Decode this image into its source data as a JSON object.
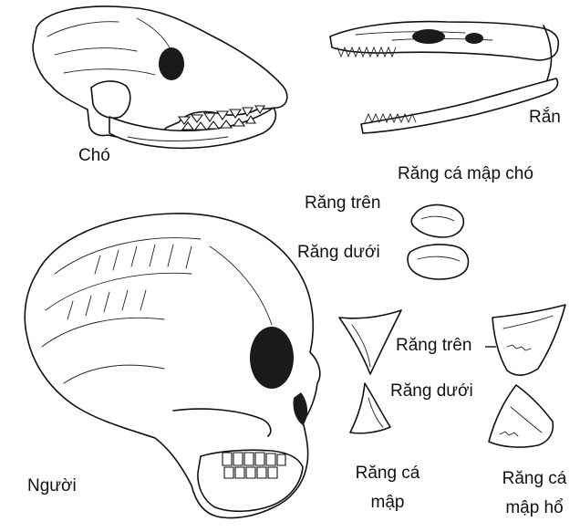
{
  "labels": {
    "dog": "Chó",
    "snake": "Rắn",
    "dogfish_title": "Răng cá mập chó",
    "upper_tooth_1": "Răng trên",
    "lower_tooth_1": "Răng dưới",
    "human": "Người",
    "upper_tooth_2": "Răng trên",
    "lower_tooth_2": "Răng dưới",
    "shark_line1": "Răng cá",
    "shark_line2": "mập",
    "tiger_shark_line1": "Răng cá",
    "tiger_shark_line2": "mập hổ"
  },
  "colors": {
    "ink": "#111111",
    "background": "#ffffff"
  }
}
